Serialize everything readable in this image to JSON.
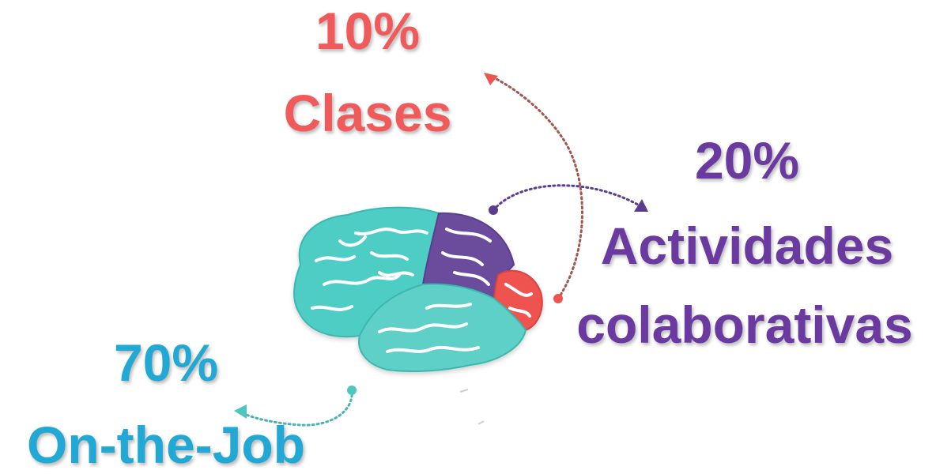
{
  "segments": [
    {
      "percent": "10%",
      "label": "Clases",
      "color": "#f05a5a"
    },
    {
      "percent": "20%",
      "label_line1": "Actividades",
      "label_line2": "colaborativas",
      "color": "#6b3aa0"
    },
    {
      "percent": "70%",
      "label": "On-the-Job",
      "color": "#22a8d4"
    }
  ],
  "brain": {
    "main_color": "#4ecdc4",
    "top_right_color": "#6a4c9c",
    "small_color": "#ef5350"
  }
}
